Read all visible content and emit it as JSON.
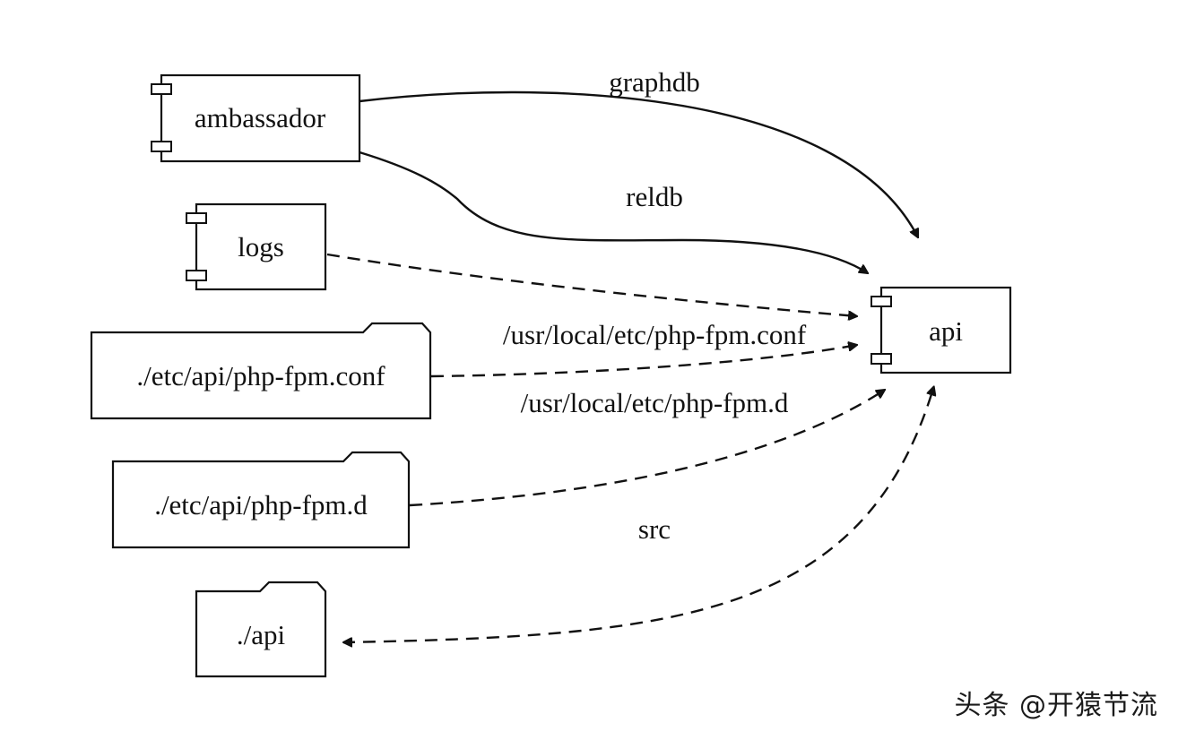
{
  "diagram": {
    "nodes": {
      "ambassador": {
        "label": "ambassador",
        "shape": "component"
      },
      "logs": {
        "label": "logs",
        "shape": "component"
      },
      "api": {
        "label": "api",
        "shape": "component"
      },
      "php_fpm_conf": {
        "label": "./etc/api/php-fpm.conf",
        "shape": "folder"
      },
      "php_fpm_d": {
        "label": "./etc/api/php-fpm.d",
        "shape": "folder"
      },
      "api_dir": {
        "label": "./api",
        "shape": "folder"
      }
    },
    "edges": {
      "graphdb": {
        "label": "graphdb",
        "from": "ambassador",
        "to": "api",
        "style": "solid"
      },
      "reldb": {
        "label": "reldb",
        "from": "ambassador",
        "to": "api",
        "style": "solid"
      },
      "logs_api": {
        "label": "",
        "from": "logs",
        "to": "api",
        "style": "dashed"
      },
      "conf": {
        "label": "/usr/local/etc/php-fpm.conf",
        "from": "php_fpm_conf",
        "to": "api",
        "style": "dashed"
      },
      "fpm_d": {
        "label": "/usr/local/etc/php-fpm.d",
        "from": "php_fpm_d",
        "to": "api",
        "style": "dashed"
      },
      "src": {
        "label": "src",
        "from": "api",
        "to": "api_dir",
        "style": "dashed",
        "direction": "both"
      }
    }
  },
  "watermark": "头条 @开猿节流"
}
